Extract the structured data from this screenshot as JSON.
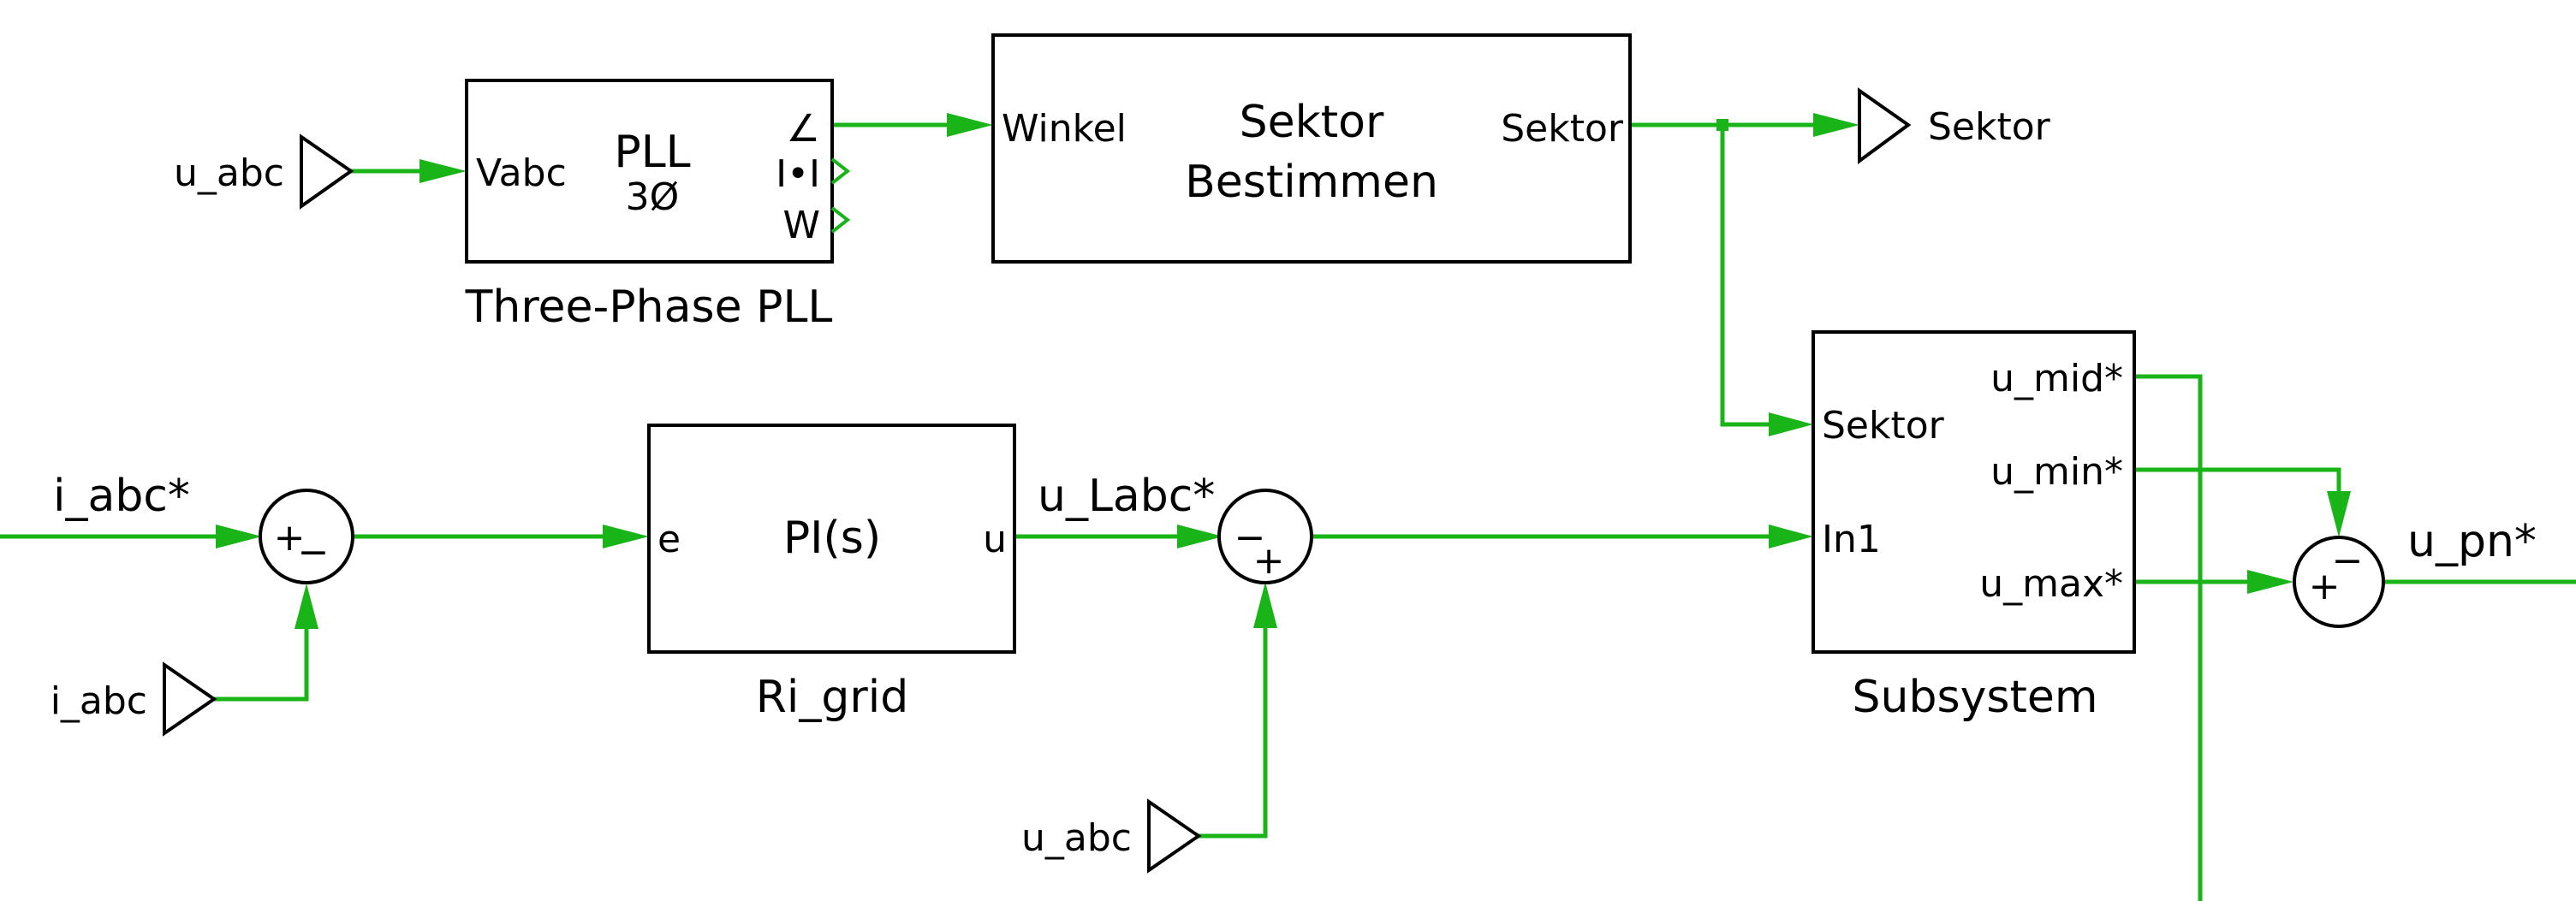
{
  "diagram": {
    "goto_label": "Sektor",
    "pll": {
      "input_port": "Vabc",
      "title": "PLL",
      "subtitle": "3Ø",
      "out_angle": "∠",
      "out_mag": "I•I",
      "out_w": "W",
      "caption": "Three-Phase PLL"
    },
    "sektor_block": {
      "input_port": "Winkel",
      "line1": "Sektor",
      "line2": "Bestimmen",
      "output_port": "Sektor"
    },
    "pi_block": {
      "input_port": "e",
      "title": "PI(s)",
      "output_port": "u",
      "caption": "Ri_grid"
    },
    "subsystem": {
      "in_sektor": "Sektor",
      "in_1": "In1",
      "out_mid": "u_mid*",
      "out_min": "u_min*",
      "out_max": "u_max*",
      "caption": "Subsystem"
    },
    "sources": {
      "u_abc_top": "u_abc",
      "i_abc": "i_abc",
      "u_abc_bottom": "u_abc"
    },
    "signals": {
      "i_abc_ref": "i_abc*",
      "u_Labc_ref": "u_Labc*",
      "u_pn_ref": "u_pn*"
    },
    "sum1_signs": {
      "left": "+",
      "bottom": "−"
    },
    "sum2_signs": {
      "left": "−",
      "bottom": "+"
    },
    "sum3_signs": {
      "left": "+",
      "top": "−"
    },
    "wire_color": "#18b418"
  }
}
